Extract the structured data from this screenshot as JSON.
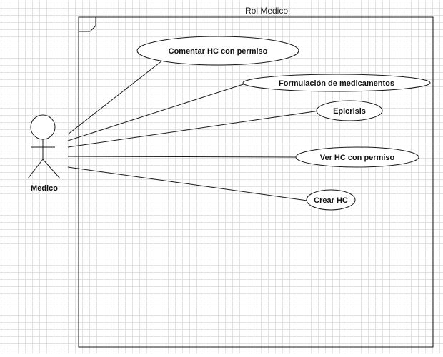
{
  "system": {
    "title": "Rol Medico"
  },
  "actor": {
    "name": "Medico"
  },
  "use_cases": [
    {
      "id": "uc1",
      "label": "Comentar HC con permiso"
    },
    {
      "id": "uc2",
      "label": "Formulación de medicamentos"
    },
    {
      "id": "uc3",
      "label": "Epicrisis"
    },
    {
      "id": "uc4",
      "label": "Ver HC con permiso"
    },
    {
      "id": "uc5",
      "label": "Crear HC"
    }
  ],
  "colors": {
    "stroke": "#1a1a1a",
    "grid": "#e2e2e2",
    "background": "#ffffff"
  }
}
